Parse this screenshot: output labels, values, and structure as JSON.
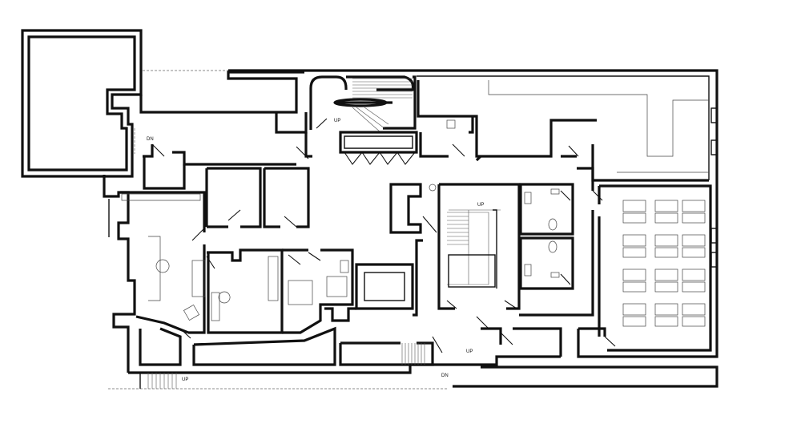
{
  "labels": {
    "dn_west": "DN",
    "up_stair_north": "UP",
    "up_stair_core": "UP",
    "up_stair_south": "UP",
    "up_stair_sw": "UP",
    "dn_south": "DN"
  }
}
